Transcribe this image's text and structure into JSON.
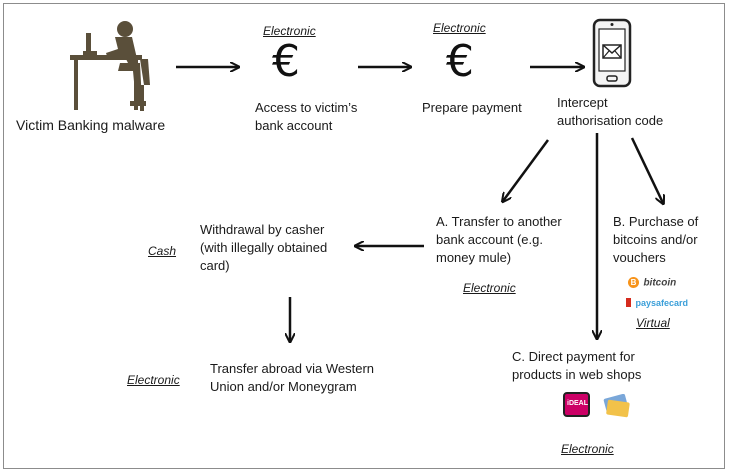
{
  "nodes": {
    "victim": "Victim Banking malware",
    "access": [
      "Access to victim’s",
      "bank account"
    ],
    "prepare": "Prepare payment",
    "intercept": [
      "Intercept",
      "authorisation code"
    ],
    "transfer": [
      "A. Transfer to another",
      "bank account (e.g.",
      "money mule)"
    ],
    "purchase": [
      "B. Purchase of",
      "bitcoins and/or",
      "vouchers"
    ],
    "withdrawal": [
      "Withdrawal by casher",
      "(with illegally obtained",
      "card)"
    ],
    "abroad": [
      "Transfer abroad via Western",
      "Union and/or Moneygram"
    ],
    "direct": [
      "C. Direct payment for",
      "products in web shops"
    ]
  },
  "tags": {
    "electronic_access": "Electronic",
    "electronic_prepare": "Electronic",
    "electronic_transfer": "Electronic",
    "cash": "Cash",
    "electronic_abroad": "Electronic",
    "virtual": "Virtual",
    "electronic_direct": "Electronic"
  },
  "symbols": {
    "euro_1": "€",
    "euro_2": "€"
  },
  "logos": {
    "bitcoin": "bitcoin",
    "paysafecard": "paysafecard",
    "ideal": "iDEAL"
  },
  "icons": [
    "person-at-computer-icon",
    "euro-icon",
    "smartphone-envelope-icon",
    "bitcoin-logo-icon",
    "paysafecard-logo-icon",
    "ideal-logo-icon",
    "credit-card-icon"
  ],
  "colors": {
    "silhouette": "#5a4f3a",
    "arrow": "#111111",
    "bitcoin": "#f7931a",
    "paysafe_red": "#d52b1e",
    "paysafe_blue": "#3b9fd9",
    "ideal_pink": "#cc0066"
  }
}
